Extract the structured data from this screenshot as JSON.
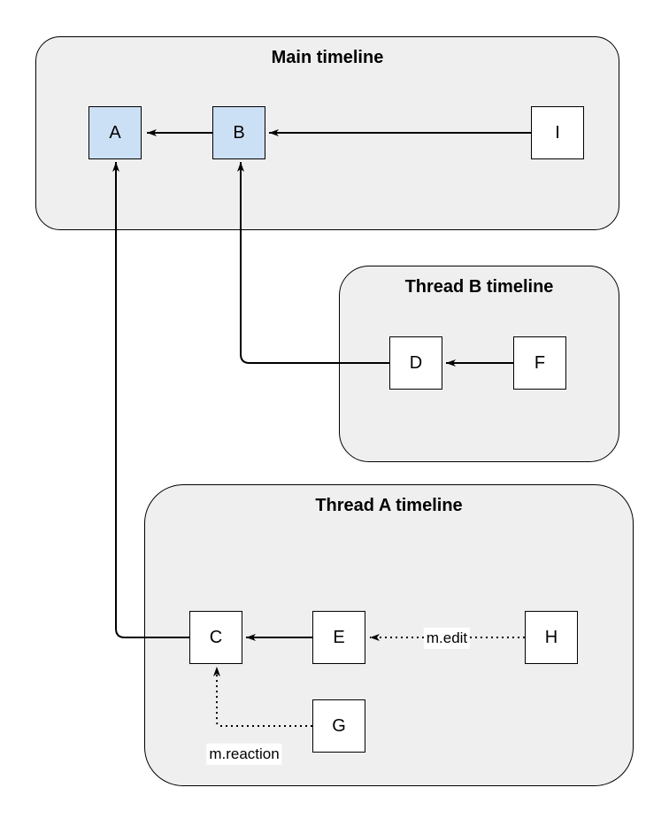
{
  "diagram": {
    "type": "event-dag-diagram",
    "containers": {
      "main": {
        "title": "Main timeline"
      },
      "thread_b": {
        "title": "Thread B timeline"
      },
      "thread_a": {
        "title": "Thread A timeline"
      }
    },
    "nodes": {
      "a": {
        "label": "A",
        "timeline": "main",
        "fill": "#cce0f5"
      },
      "b": {
        "label": "B",
        "timeline": "main",
        "fill": "#cce0f5"
      },
      "i": {
        "label": "I",
        "timeline": "main",
        "fill": "#ffffff"
      },
      "d": {
        "label": "D",
        "timeline": "thread_b",
        "fill": "#ffffff"
      },
      "f": {
        "label": "F",
        "timeline": "thread_b",
        "fill": "#ffffff"
      },
      "c": {
        "label": "C",
        "timeline": "thread_a",
        "fill": "#ffffff"
      },
      "e": {
        "label": "E",
        "timeline": "thread_a",
        "fill": "#ffffff"
      },
      "h": {
        "label": "H",
        "timeline": "thread_a",
        "fill": "#ffffff"
      },
      "g": {
        "label": "G",
        "timeline": "thread_a",
        "fill": "#ffffff"
      }
    },
    "edges": [
      {
        "from": "B",
        "to": "A",
        "style": "solid",
        "label": ""
      },
      {
        "from": "I",
        "to": "B",
        "style": "solid",
        "label": ""
      },
      {
        "from": "F",
        "to": "D",
        "style": "solid",
        "label": ""
      },
      {
        "from": "E",
        "to": "C",
        "style": "solid",
        "label": ""
      },
      {
        "from": "D",
        "to": "B",
        "style": "solid",
        "label": ""
      },
      {
        "from": "C",
        "to": "A",
        "style": "solid",
        "label": ""
      },
      {
        "from": "H",
        "to": "E",
        "style": "dotted",
        "label": "m.edit"
      },
      {
        "from": "G",
        "to": "C",
        "style": "dotted",
        "label": "m.reaction"
      }
    ],
    "colors": {
      "container_fill": "#efefef",
      "container_border": "#000000",
      "node_fill": "#ffffff",
      "node_highlight_fill": "#cce0f5",
      "node_border": "#000000",
      "edge": "#000000",
      "edge_label_background": "#ffffff",
      "page_background": "#ffffff"
    }
  }
}
